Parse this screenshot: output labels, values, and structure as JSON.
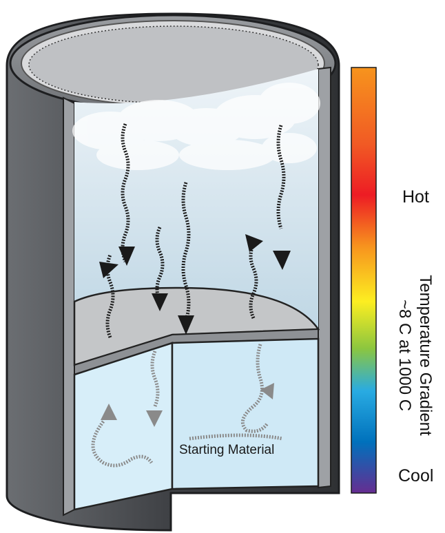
{
  "labels": {
    "hot": "Hot",
    "cool": "Cool",
    "gradient_title": "Temperature Gradient",
    "gradient_value": "~8 C at 1000 C",
    "starting_material": "Starting Material"
  },
  "colors": {
    "shell_dark": "#4a4c50",
    "shell_mid": "#8c8f94",
    "upper_fluid": "#c9dde8",
    "lower_fluid": "#d3ecf7",
    "baffle": "#b5b7ba",
    "hot": "#ff2a1f",
    "cool": "#6a2fa0",
    "arrow_dark": "#1a1a1a",
    "arrow_grey": "#8c8c8c"
  },
  "gradient_stops": [
    "#f7941d",
    "#f15a24",
    "#ed1c24",
    "#f7931e",
    "#fcee21",
    "#8cc63f",
    "#29abe2",
    "#0071bc",
    "#662d91"
  ]
}
